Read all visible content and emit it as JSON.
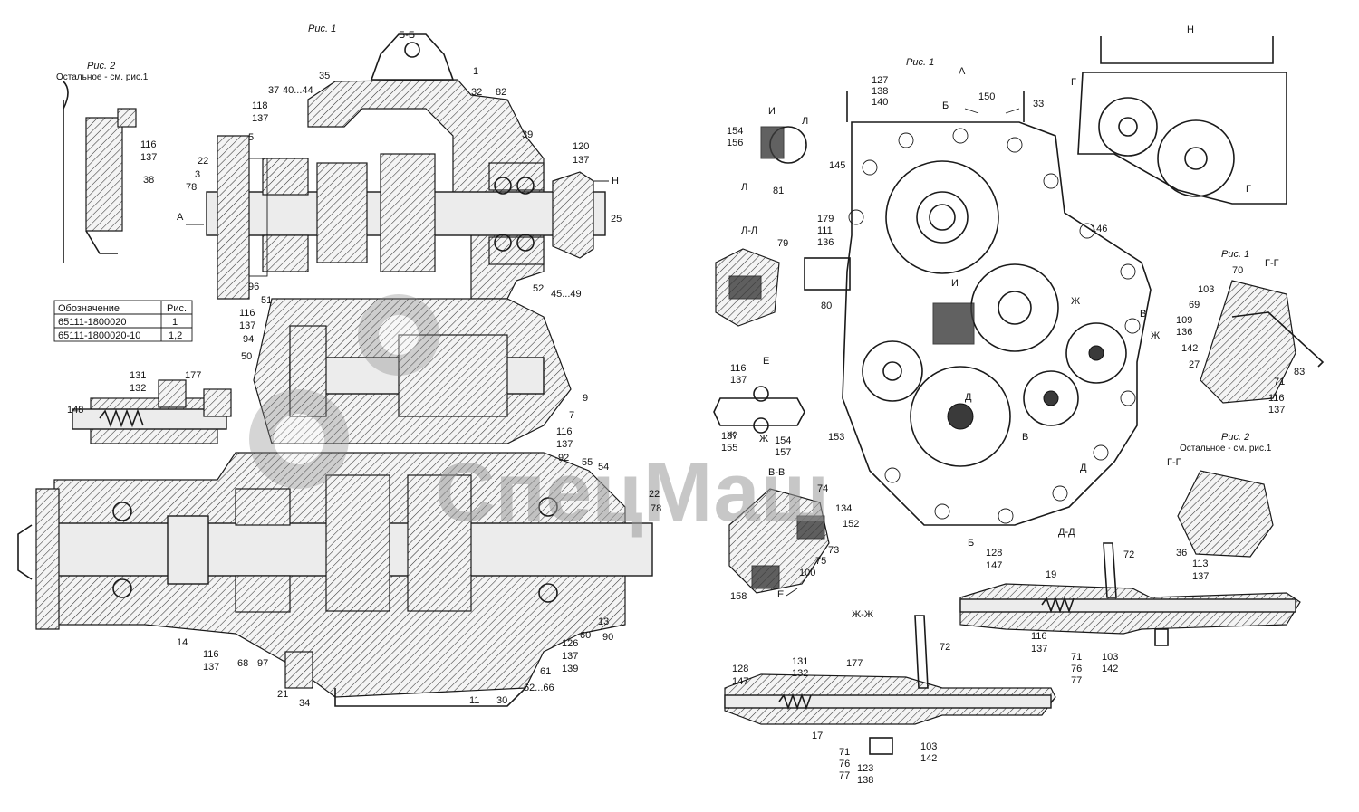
{
  "views": {
    "left_title": "Рис. 1",
    "section_bb": "Б-Б",
    "fig2_title": "Рис. 2",
    "fig2_note": "Остальное - см. рис.1",
    "arrow_a": "А",
    "arrow_n": "Н",
    "right_title": "Рис. 1",
    "right_view_a": "А",
    "view_n": "Н",
    "view_i": "И",
    "section_ll": "Л-Л",
    "view_e": "Е",
    "section_vv": "В-В",
    "section_dd": "Д-Д",
    "section_zhzh": "Ж-Ж",
    "section_gg": "Г-Г",
    "fig1_small": "Рис. 1",
    "fig2_small": "Рис. 2",
    "fig2_small_note": "Остальное - см. рис.1",
    "section_gg2": "Г-Г"
  },
  "table": {
    "headers": [
      "Обозначение",
      "Рис."
    ],
    "rows": [
      [
        "65111-1800020",
        "1"
      ],
      [
        "65111-1800020-10",
        "1,2"
      ]
    ]
  },
  "watermark": "СпецМаш",
  "labels_left": {
    "l116a": "116",
    "l137a": "137",
    "l38": "38",
    "l35": "35",
    "l1": "1",
    "l32": "32",
    "l82": "82",
    "l37": "37",
    "l4044": "40...44",
    "l118": "118",
    "l137b": "137",
    "l5": "5",
    "l22": "22",
    "l3": "3",
    "l78": "78",
    "l39": "39",
    "l120": "120",
    "l137c": "137",
    "l25": "25",
    "l96": "96",
    "l51": "51",
    "l116b": "116",
    "l137d": "137",
    "l94": "94",
    "l50": "50",
    "l52": "52",
    "l4549": "45...49",
    "l9": "9",
    "l7": "7",
    "l116c": "116",
    "l137e": "137",
    "l92": "92",
    "l55": "55",
    "l54": "54",
    "l22b": "22",
    "l78b": "78",
    "l131": "131",
    "l132": "132",
    "l177": "177",
    "l148": "148",
    "l14": "14",
    "l116d": "116",
    "l137f": "137",
    "l68": "68",
    "l97": "97",
    "l21": "21",
    "l34": "34",
    "l11": "11",
    "l30": "30",
    "l6266": "62...66",
    "l61": "61",
    "l126": "126",
    "l137g": "137",
    "l139": "139",
    "l60": "60",
    "l90": "90",
    "l13": "13"
  },
  "labels_right": {
    "r127": "127",
    "r138": "138",
    "r140": "140",
    "r150": "150",
    "r33": "33",
    "r154": "154",
    "r156": "156",
    "r81": "81",
    "r145": "145",
    "r179": "179",
    "r111": "111",
    "r136": "136",
    "r79": "79",
    "r80": "80",
    "r146": "146",
    "r116": "116",
    "r137": "137",
    "r155": "155",
    "r157": "157",
    "r153": "153",
    "r74": "74",
    "r134": "134",
    "r152": "152",
    "r73": "73",
    "r75": "75",
    "r100": "100",
    "r158": "158",
    "r128": "128",
    "r147": "147",
    "r19": "19",
    "r72": "72",
    "r116b": "116",
    "r137b": "137",
    "r71": "71",
    "r76": "76",
    "r77": "77",
    "r103": "103",
    "r142": "142",
    "r128b": "128",
    "r147b": "147",
    "r131": "131",
    "r132": "132",
    "r177": "177",
    "r72b": "72",
    "r17": "17",
    "r71b": "71",
    "r76b": "76",
    "r77b": "77",
    "r123": "123",
    "r138b": "138",
    "r103b": "103",
    "r142b": "142",
    "r70": "70",
    "r103c": "103",
    "r69": "69",
    "r109": "109",
    "r136b": "136",
    "r142c": "142",
    "r27": "27",
    "r71c": "71",
    "r116c": "116",
    "r137c": "137",
    "r83": "83",
    "r36": "36",
    "r113": "113",
    "r137d": "137",
    "rB1": "Б",
    "rB2": "Б",
    "rI": "И",
    "rZh": "Ж",
    "rZh2": "Ж",
    "rV1": "В",
    "rV2": "В",
    "rD1": "Д",
    "rD2": "Д",
    "rL1": "Л",
    "rL2": "Л",
    "rG1": "Г",
    "rG2": "Г",
    "rX1": "Ж",
    "rX2": "Ж",
    "rE": "Е"
  }
}
